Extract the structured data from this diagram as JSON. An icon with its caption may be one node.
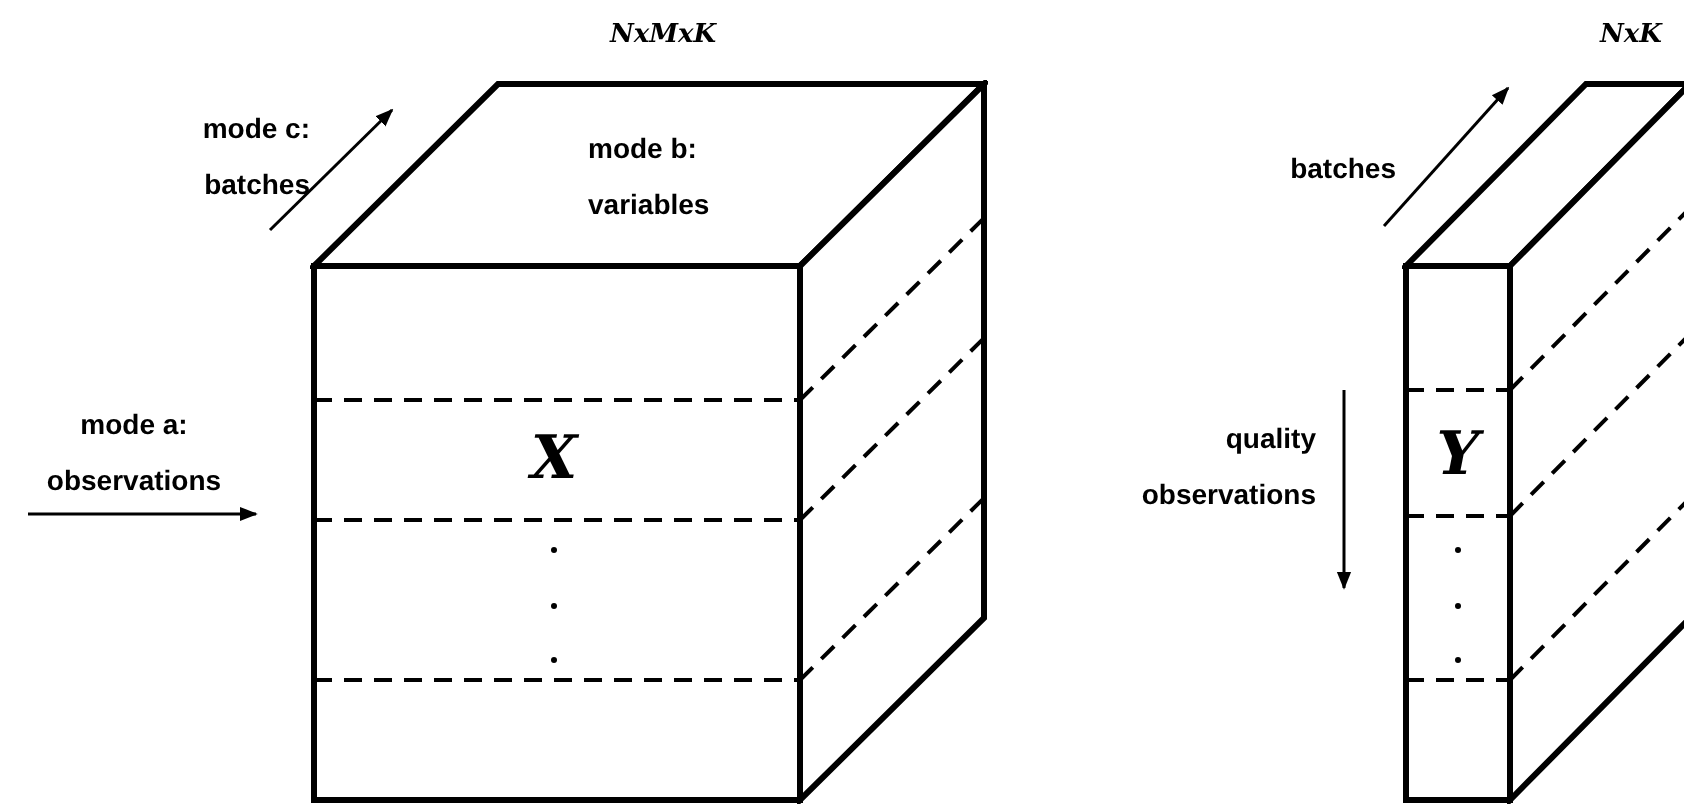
{
  "diagram": {
    "nodes": [
      {
        "text": [
          "X"
        ],
        "beside": [
          "NxMxK"
        ]
      },
      {
        "text": [
          "Y"
        ],
        "beside": [
          "NxK"
        ]
      }
    ],
    "labels": [
      "mode c: batches",
      "mode b: variables",
      "mode a: observations",
      "batches",
      "quality observations"
    ]
  }
}
